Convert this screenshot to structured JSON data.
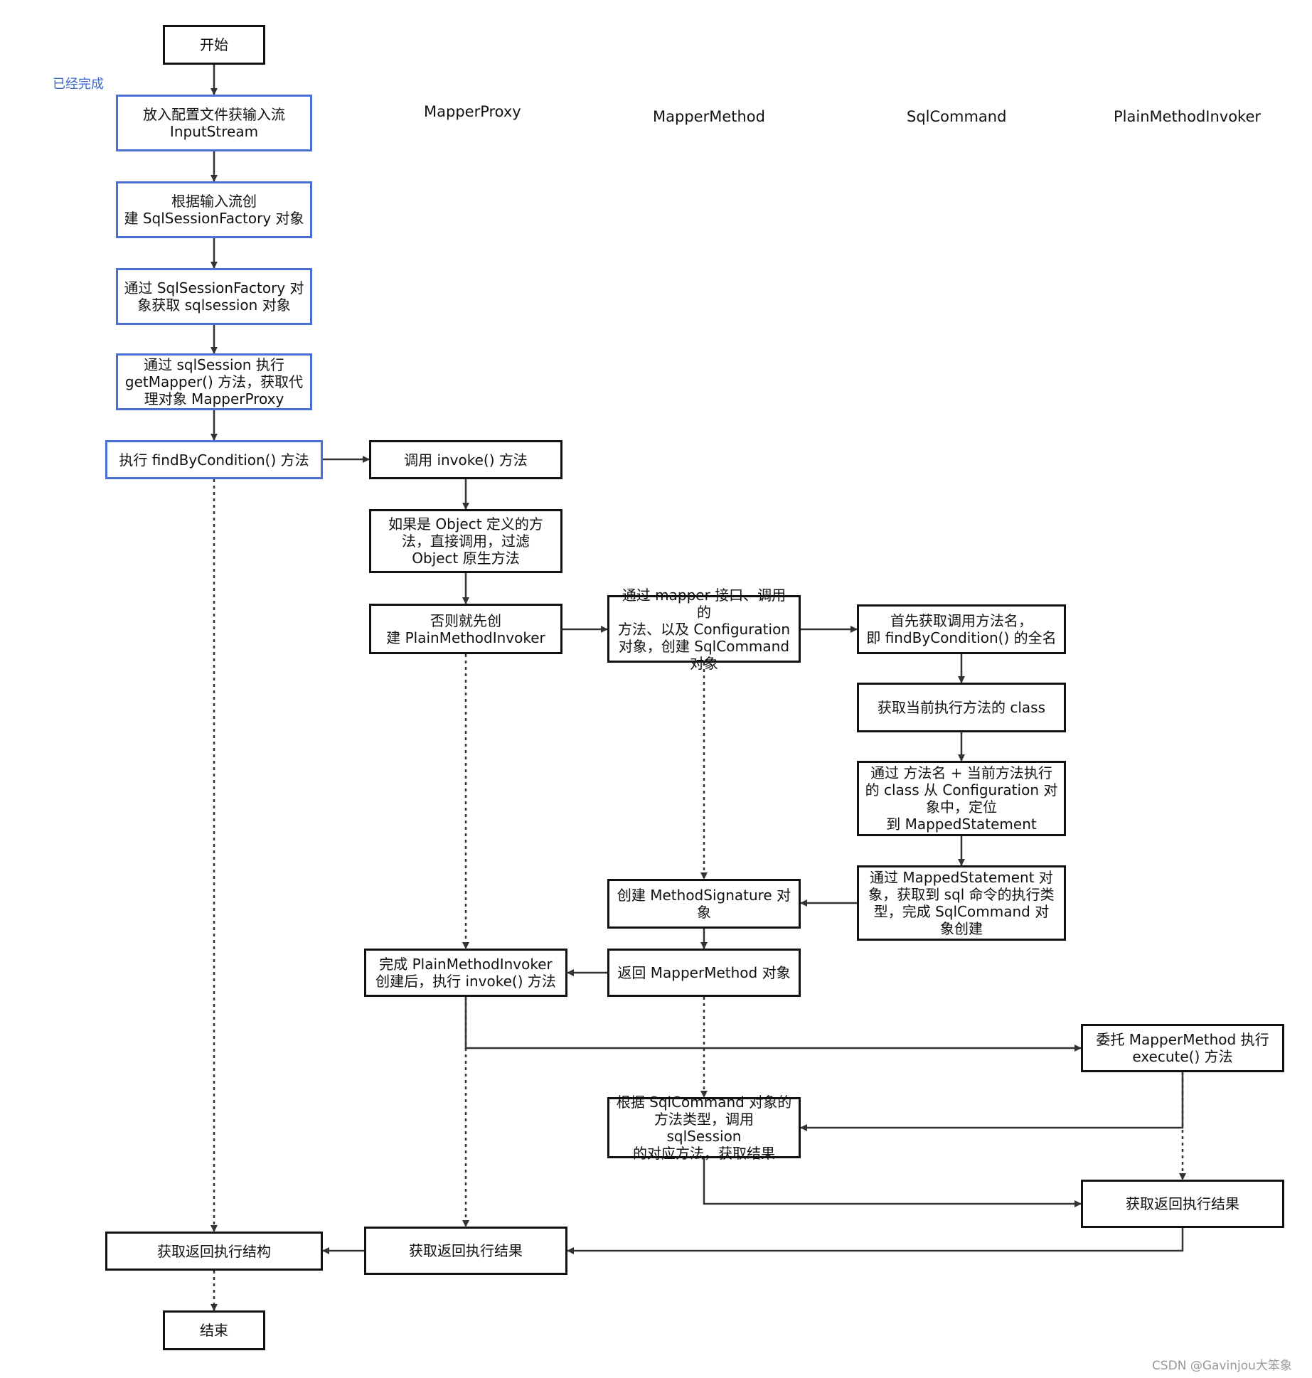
{
  "note": "已经完成",
  "lanes": {
    "mapper_proxy": "MapperProxy",
    "mapper_method": "MapperMethod",
    "sql_command": "SqlCommand",
    "plain_method_invoker": "PlainMethodInvoker"
  },
  "nodes": {
    "start": "开始",
    "input_stream": "放入配置文件获输入流\nInputStream",
    "create_factory": "根据输入流创\n建 SqlSessionFactory 对象",
    "get_session": "通过 SqlSessionFactory 对\n象获取 sqlsession 对象",
    "get_mapper": "通过 sqlSession 执行\ngetMapper() 方法，获取代\n理对象 MapperProxy",
    "find_by_condition": "执行 findByCondition() 方法",
    "invoke": "调用 invoke() 方法",
    "object_method": "如果是 Object 定义的方\n法，直接调用，过滤\nObject 原生方法",
    "create_invoker": "否则就先创\n建 PlainMethodInvoker",
    "create_sqlcommand": "通过 mapper 接口、调用的\n方法、以及 Configuration\n对象，创建 SqlCommand\n对象",
    "get_method_name": "首先获取调用方法名，\n即 findByCondition() 的全名",
    "get_class": "获取当前执行方法的 class",
    "locate_statement": "通过 方法名 + 当前方法执行\n的 class 从 Configuration 对\n象中，定位\n到 MappedStatement",
    "get_sql_type": "通过 MappedStatement 对\n象，获取到 sql 命令的执行类\n型，完成 SqlCommand 对\n象创建",
    "create_signature": "创建 MethodSignature 对\n象",
    "return_mapper_method": "返回 MapperMethod 对象",
    "invoker_invoke": "完成 PlainMethodInvoker\n创建后，执行 invoke() 方法",
    "delegate_execute": "委托 MapperMethod 执行\nexecute() 方法",
    "call_sqlsession": "根据 SqlCommand 对象的\n方法类型，调用 sqlSession\n的对应方法，获取结果",
    "get_result_pmi": "获取返回执行结果",
    "get_result_proxy": "获取返回执行结果",
    "get_result_main": "获取返回执行结构",
    "end": "结束"
  },
  "watermark": "CSDN @Gavinjou大笨象"
}
